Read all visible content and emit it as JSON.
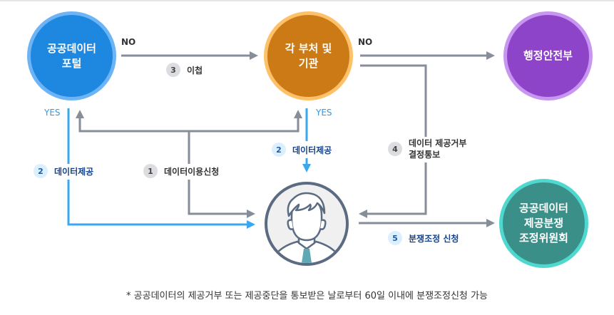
{
  "nodes": {
    "portal": "공공데이터\n포털",
    "agency": "각 부처 및\n기관",
    "ministry": "행정안전부",
    "committee": "공공데이터\n제공분쟁\n조정위원회"
  },
  "labels": {
    "no_left": "NO",
    "no_right": "NO",
    "yes_left": "YES",
    "yes_right": "YES"
  },
  "steps": [
    {
      "num": "1",
      "text": "데이터이용신청"
    },
    {
      "num": "2",
      "text": "데이터제공"
    },
    {
      "num": "2",
      "text": "데이터제공"
    },
    {
      "num": "3",
      "text": "이첩"
    },
    {
      "num": "4",
      "text": "데이터 제공거부\n결정통보"
    },
    {
      "num": "5",
      "text": "분쟁조정 신청"
    }
  ],
  "footnote": "* 공공데이터의 제공거부 또는 제공중단을 통보받은 날로부터 60일 이내에 분쟁조정신청 가능",
  "colors": {
    "portal": "#1e88e0",
    "agency": "#cc7a15",
    "ministry": "#8e44c8",
    "committee": "#3a9088",
    "arrow_gray": "#868e99",
    "arrow_blue": "#3aa8f0"
  }
}
